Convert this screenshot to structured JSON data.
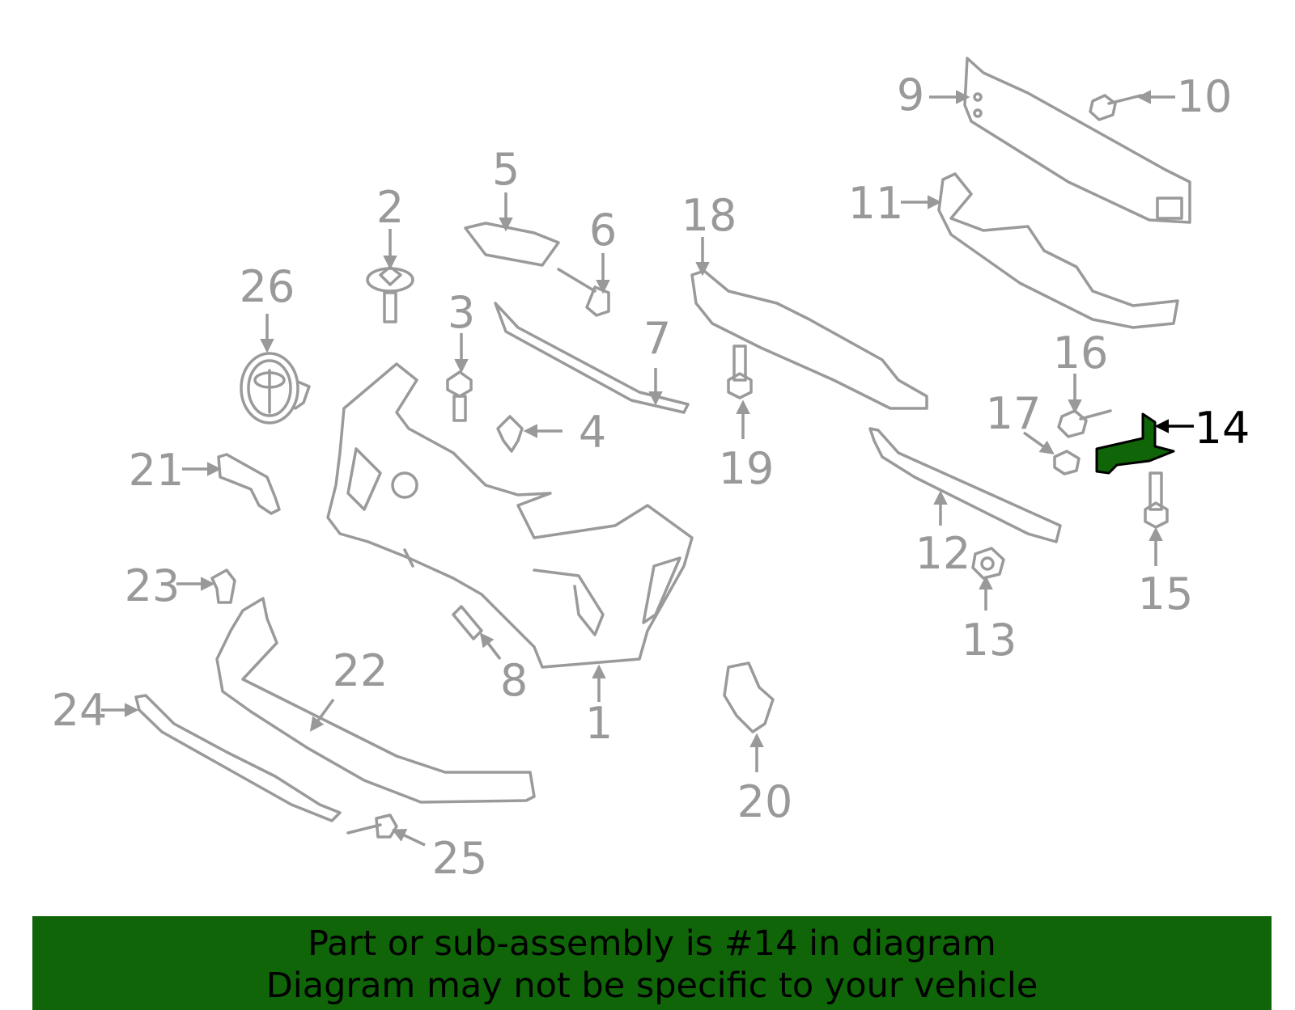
{
  "diagram": {
    "highlighted_part": "14",
    "highlight_color": "#0f6508",
    "callouts": [
      "1",
      "2",
      "3",
      "4",
      "5",
      "6",
      "7",
      "8",
      "9",
      "10",
      "11",
      "12",
      "13",
      "14",
      "15",
      "16",
      "17",
      "18",
      "19",
      "20",
      "21",
      "22",
      "23",
      "24",
      "25",
      "26"
    ]
  },
  "banner": {
    "line1": "Part or sub-assembly is #14 in diagram",
    "line2": "Diagram may not be specific to your vehicle",
    "background_color": "#0f6508"
  }
}
